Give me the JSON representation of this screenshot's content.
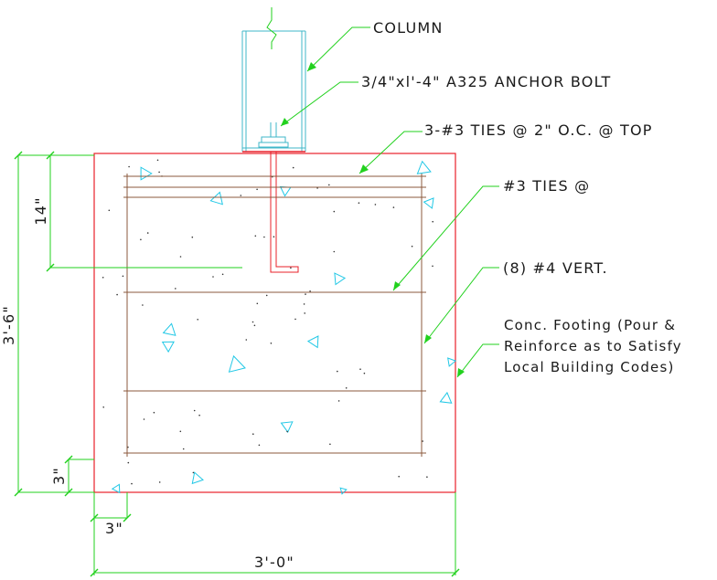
{
  "colors": {
    "footing": "#e8202a",
    "rebar": "#8b5a3c",
    "column": "#3fb7c9",
    "leader": "#22d11e",
    "aggregate": "#22c8e6",
    "text": "#1a1a1a",
    "background": "#ffffff"
  },
  "labels": {
    "column": "COLUMN",
    "anchor_bolt": "3/4\"xl'-4\" A325 ANCHOR BOLT",
    "top_ties": "3-#3 TIES @ 2\" O.C. @ TOP",
    "ties": "#3 TIES @",
    "vert": "(8) #4 VERT.",
    "footing_line1": "Conc. Footing (Pour &",
    "footing_line2": "Reinforce as to Satisfy",
    "footing_line3": "Local Building Codes)"
  },
  "dimensions": {
    "height": "3'-6\"",
    "embed": "14\"",
    "bottom_cover": "3\"",
    "side_cover": "3\"",
    "width": "3'-0\""
  }
}
